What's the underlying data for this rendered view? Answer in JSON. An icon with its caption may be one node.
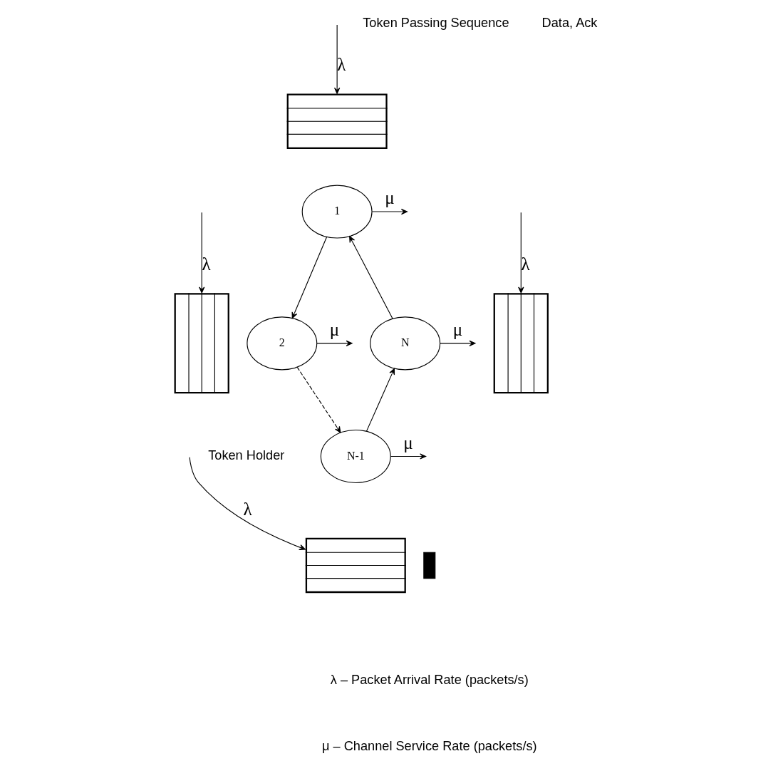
{
  "diagram": {
    "nodes": [
      {
        "text": [],
        "shape": "box"
      },
      {
        "text": [
          "1"
        ]
      },
      {
        "text": [],
        "shape": "box"
      },
      {
        "text": [
          "N"
        ]
      },
      {
        "text": [
          "2"
        ]
      },
      {
        "text": [],
        "shape": "box"
      },
      {
        "text": [
          "N-1"
        ],
        "beside": [
          "Token Holder"
        ]
      },
      {
        "text": [],
        "shape": "box"
      },
      {
        "text": [],
        "shape": "bar"
      }
    ],
    "edges": [
      {
        "from": null,
        "to": 0,
        "arrow": "to",
        "label": "λ"
      },
      {
        "from": 1,
        "to": null,
        "arrow": "to",
        "label": "μ"
      },
      {
        "from": 3,
        "to": 1,
        "arrow": "to"
      },
      {
        "from": 1,
        "to": 4,
        "arrow": "to"
      },
      {
        "from": null,
        "to": 2,
        "arrow": "to",
        "label": "λ"
      },
      {
        "from": 3,
        "to": null,
        "arrow": "to",
        "label": "μ"
      },
      {
        "from": 4,
        "to": null,
        "arrow": "to",
        "label": "μ"
      },
      {
        "from": null,
        "to": 5,
        "arrow": "to",
        "label": "λ"
      },
      {
        "from": 4,
        "to": 6,
        "arrow": "to",
        "style": "dashed"
      },
      {
        "from": 6,
        "to": 3,
        "arrow": "to"
      },
      {
        "from": 6,
        "to": null,
        "arrow": "to",
        "label": "μ"
      },
      {
        "from": null,
        "to": 7,
        "arrow": "to",
        "label": "λ"
      }
    ],
    "labels": [
      "Token Passing Sequence",
      "Data, Ack"
    ],
    "legend": [
      {
        "text": "λ – Packet Arrival Rate (packets/s)"
      },
      {
        "text": "μ – Channel Service Rate (packets/s)"
      }
    ]
  }
}
